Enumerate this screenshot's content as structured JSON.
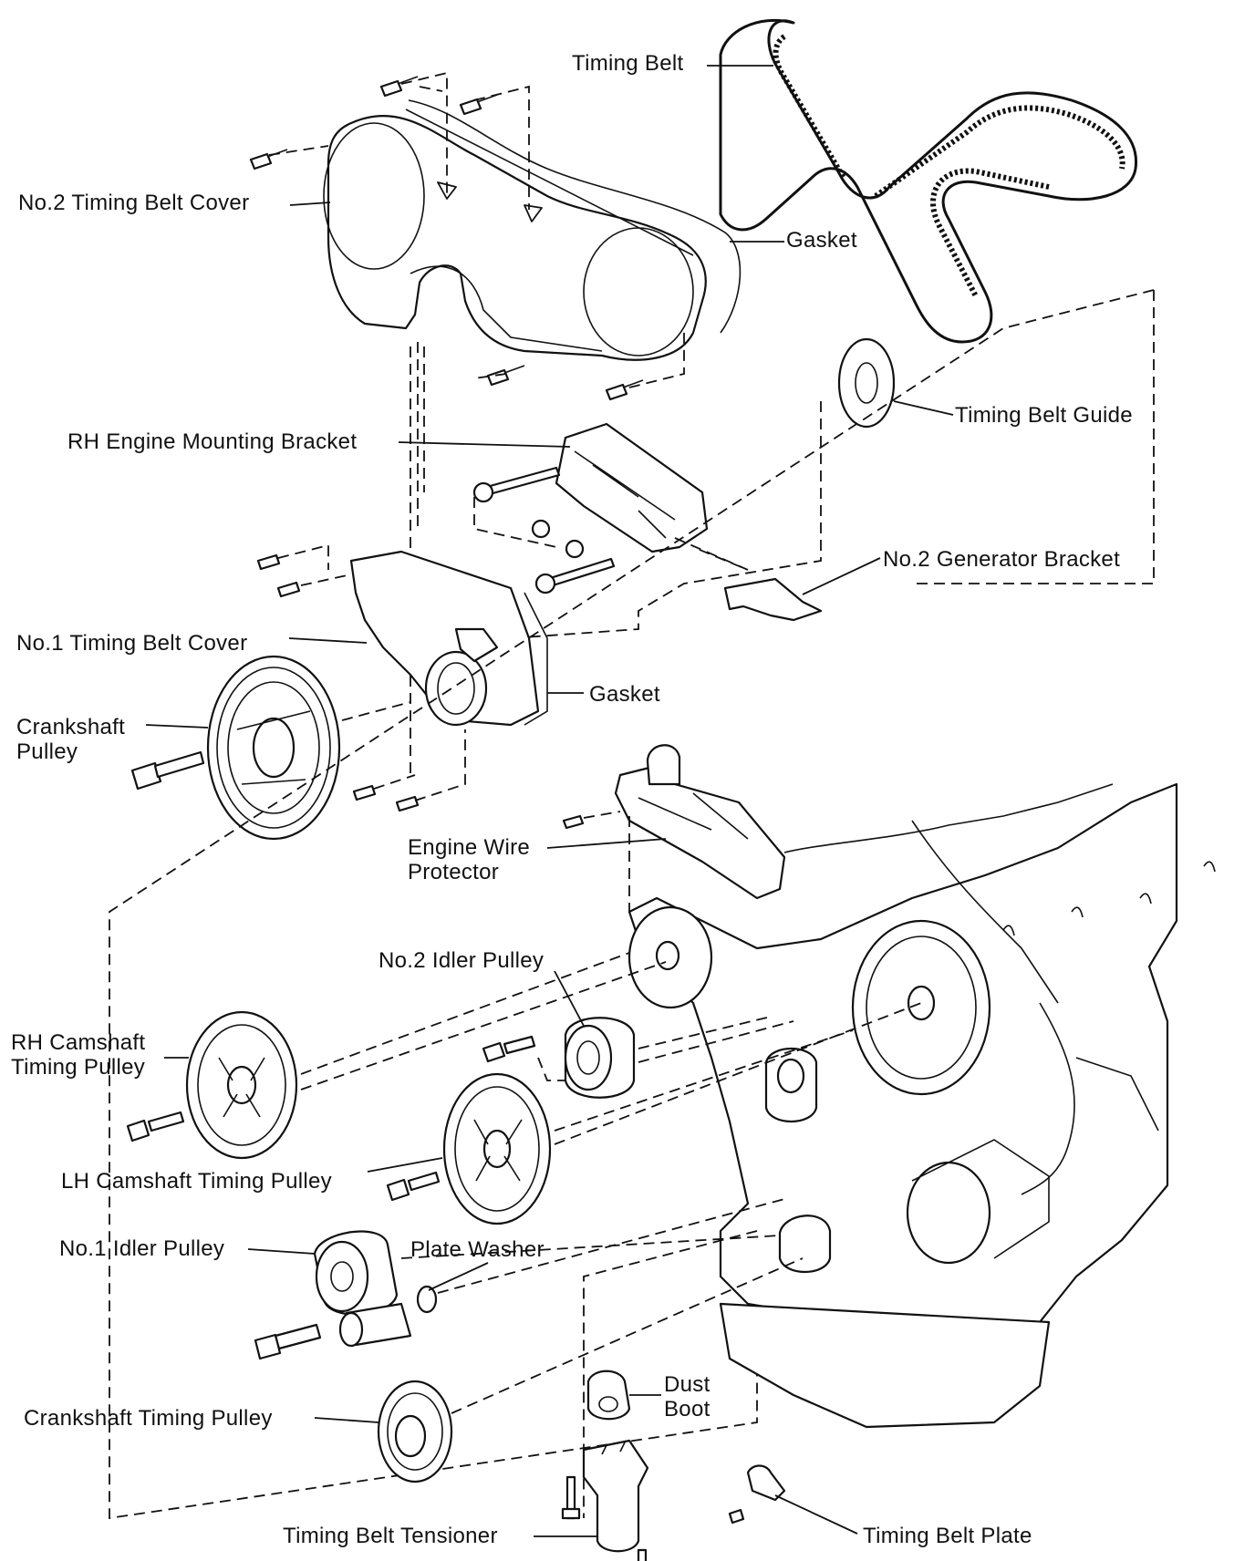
{
  "diagram": {
    "labels": {
      "timing_belt": "Timing Belt",
      "no2_cover": "No.2 Timing Belt Cover",
      "gasket_upper": "Gasket",
      "belt_guide": "Timing Belt Guide",
      "rh_bracket": "RH Engine Mounting Bracket",
      "gen_bracket": "No.2 Generator Bracket",
      "no1_cover": "No.1 Timing Belt Cover",
      "gasket_lower": "Gasket",
      "crank_pulley_1": "Crankshaft",
      "crank_pulley_2": "Pulley",
      "wire_protector_1": "Engine Wire",
      "wire_protector_2": "Protector",
      "no2_idler": "No.2 Idler Pulley",
      "rh_cam_1": "RH Camshaft",
      "rh_cam_2": "Timing Pulley",
      "lh_cam": "LH Camshaft Timing Pulley",
      "no1_idler": "No.1 Idler Pulley",
      "plate_washer": "Plate Washer",
      "dust_boot_1": "Dust",
      "dust_boot_2": "Boot",
      "crank_timing": "Crankshaft Timing Pulley",
      "tensioner": "Timing Belt Tensioner",
      "belt_plate": "Timing Belt Plate"
    }
  }
}
